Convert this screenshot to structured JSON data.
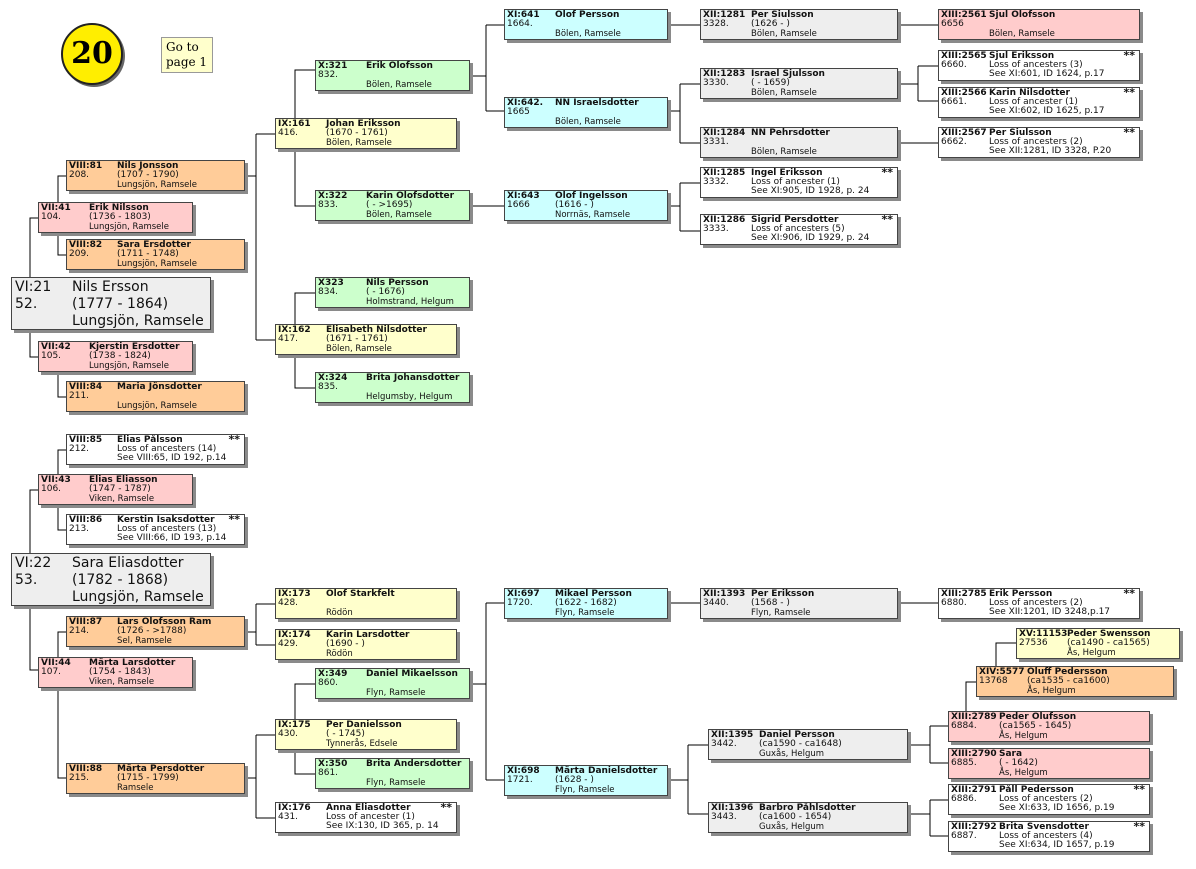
{
  "page_badge": "20",
  "nav": {
    "go_to_page": "Go to page 1"
  },
  "people": {
    "p1": {
      "code": "VI:21",
      "name": "Nils Ersson",
      "num": "52.",
      "dates": "(1777 - 1864)",
      "place": "Lungsjön, Ramsele"
    },
    "p2": {
      "code": "VII:41",
      "name": "Erik Nilsson",
      "num": "104.",
      "dates": "(1736 - 1803)",
      "place": "Lungsjön, Ramsele"
    },
    "p3": {
      "code": "VII:42",
      "name": "Kjerstin Ersdotter",
      "num": "105.",
      "dates": "(1738 - 1824)",
      "place": "Lungsjön, Ramsele"
    },
    "p4": {
      "code": "VIII:81",
      "name": "Nils Jonsson",
      "num": "208.",
      "dates": "(1707 - 1790)",
      "place": "Lungsjön, Ramsele"
    },
    "p5": {
      "code": "VIII:82",
      "name": "Sara Ersdotter",
      "num": "209.",
      "dates": "(1711 - 1748)",
      "place": "Lungsjön, Ramsele"
    },
    "p6": {
      "code": "VIII:84",
      "name": "Maria Jönsdotter",
      "num": "211.",
      "dates": "",
      "place": "Lungsjön, Ramsele"
    },
    "p7": {
      "code": "IX:161",
      "name": "Johan Eriksson",
      "num": "416.",
      "dates": "(1670 - 1761)",
      "place": "Bölen, Ramsele"
    },
    "p8": {
      "code": "IX:162",
      "name": "Elisabeth Nilsdotter",
      "num": "417.",
      "dates": "(1671 - 1761)",
      "place": "Bölen, Ramsele"
    },
    "p9": {
      "code": "X:321",
      "name": "Erik Olofsson",
      "num": "832.",
      "dates": "",
      "place": "Bölen, Ramsele"
    },
    "p10": {
      "code": "X:322",
      "name": "Karin Olofsdotter",
      "num": "833.",
      "dates": "( - >1695)",
      "place": "Bölen, Ramsele"
    },
    "p11": {
      "code": "X323",
      "name": "Nils Persson",
      "num": "834.",
      "dates": "( - 1676)",
      "place": "Holmstrand, Helgum"
    },
    "p12": {
      "code": "X:324",
      "name": "Brita Johansdotter",
      "num": "835.",
      "dates": "",
      "place": "Helgumsby, Helgum"
    },
    "p13": {
      "code": "XI:641",
      "name": "Olof Persson",
      "num": "1664.",
      "dates": "",
      "place": "Bölen, Ramsele"
    },
    "p14": {
      "code": "XI:642.",
      "name": "NN Israelsdotter",
      "num": "1665",
      "dates": "",
      "place": "Bölen, Ramsele"
    },
    "p15": {
      "code": "XI:643",
      "name": "Olof Ingelsson",
      "num": "1666",
      "dates": "(1616 - )",
      "place": "Norrnäs, Ramsele"
    },
    "p16": {
      "code": "XII:1281",
      "name": "Per Siulsson",
      "num": "3328.",
      "dates": "(1626 - )",
      "place": "Bölen, Ramsele"
    },
    "p17": {
      "code": "XII:1283",
      "name": "Israel Sjulsson",
      "num": "3330.",
      "dates": "( - 1659)",
      "place": "Bölen, Ramsele"
    },
    "p18": {
      "code": "XII:1284",
      "name": "NN Pehrsdotter",
      "num": "3331.",
      "dates": "",
      "place": "Bölen, Ramsele"
    },
    "p19": {
      "code": "XII:1285",
      "name": "Ingel Eriksson",
      "num": "3332.",
      "note1": "Loss of ancester (1)",
      "note2": "See XI:905, ID 1928, p. 24",
      "stars": "**"
    },
    "p20": {
      "code": "XII:1286",
      "name": "Sigrid Persdotter",
      "num": "3333.",
      "note1": "Loss of ancesters (5)",
      "note2": "See XI:906, ID 1929, p. 24",
      "stars": "**"
    },
    "p21": {
      "code": "XIII:2561",
      "name": "Sjul Olofsson",
      "num": "6656",
      "dates": "",
      "place": "Bölen, Ramsele"
    },
    "p22": {
      "code": "XIII:2565",
      "name": "Sjul Eriksson",
      "num": "6660.",
      "note1": "Loss of ancesters (3)",
      "note2": "See XI:601, ID 1624, p.17",
      "stars": "**"
    },
    "p23": {
      "code": "XIII:2566",
      "name": "Karin Nilsdotter",
      "num": "6661.",
      "note1": "Loss of ancester (1)",
      "note2": "See XI:602, ID 1625, p.17",
      "stars": "**"
    },
    "p24": {
      "code": "XIII:2567",
      "name": "Per Siulsson",
      "num": "6662.",
      "note1": "Loss of ancesters (2)",
      "note2": "See XII:1281, ID 3328, P.20",
      "stars": "**"
    },
    "p25": {
      "code": "VI:22",
      "name": "Sara Eliasdotter",
      "num": "53.",
      "dates": "(1782 - 1868)",
      "place": "Lungsjön, Ramsele"
    },
    "p26": {
      "code": "VII:43",
      "name": "Elias Eliasson",
      "num": "106.",
      "dates": "(1747 - 1787)",
      "place": "Viken, Ramsele"
    },
    "p27": {
      "code": "VII:44",
      "name": "Märta Larsdotter",
      "num": "107.",
      "dates": "(1754 - 1843)",
      "place": "Viken, Ramsele"
    },
    "p28": {
      "code": "VIII:85",
      "name": "Elias Pålsson",
      "num": "212.",
      "note1": "Loss of ancesters (14)",
      "note2": "See VIII:65, ID 192, p.14",
      "stars": "**"
    },
    "p29": {
      "code": "VIII:86",
      "name": "Kerstin Isaksdotter",
      "num": "213.",
      "note1": "Loss of ancesters (13)",
      "note2": "See VIII:66, ID 193, p.14",
      "stars": "**"
    },
    "p30": {
      "code": "VIII:87",
      "name": "Lars Olofsson Ram",
      "num": "214.",
      "dates": "(1726 - >1788)",
      "place": "Sel, Ramsele"
    },
    "p31": {
      "code": "VIII:88",
      "name": "Märta Persdotter",
      "num": "215.",
      "dates": "(1715 - 1799)",
      "place": "Ramsele"
    },
    "p32": {
      "code": "IX:173",
      "name": "Olof Starkfelt",
      "num": "428.",
      "dates": "",
      "place": "Rödön"
    },
    "p33": {
      "code": "IX:174",
      "name": "Karin Larsdotter",
      "num": "429.",
      "dates": "(1690 - )",
      "place": "Rödön"
    },
    "p34": {
      "code": "IX:175",
      "name": "Per Danielsson",
      "num": "430.",
      "dates": "( - 1745)",
      "place": "Tynnerås, Edsele"
    },
    "p35": {
      "code": "IX:176",
      "name": "Anna Eliasdotter",
      "num": "431.",
      "note1": "Loss of ancester (1)",
      "note2": "See IX:130, ID 365, p. 14",
      "stars": "**"
    },
    "p36": {
      "code": "X:349",
      "name": "Daniel Mikaelsson",
      "num": "860.",
      "dates": "",
      "place": "Flyn, Ramsele"
    },
    "p37": {
      "code": "X:350",
      "name": "Brita Andersdotter",
      "num": "861.",
      "dates": "",
      "place": "Flyn, Ramsele"
    },
    "p38": {
      "code": "XI:697",
      "name": "Mikael Persson",
      "num": "1720.",
      "dates": "(1622 - 1682)",
      "place": "Flyn, Ramsele"
    },
    "p39": {
      "code": "XI:698",
      "name": "Märta Danielsdotter",
      "num": "1721.",
      "dates": "(1628 - )",
      "place": "Flyn, Ramsele"
    },
    "p40": {
      "code": "XII:1393",
      "name": "Per Eriksson",
      "num": "3440.",
      "dates": "(1568 - )",
      "place": "Flyn, Ramsele"
    },
    "p41": {
      "code": "XII:1395",
      "name": "Daniel Persson",
      "num": "3442.",
      "dates": "(ca1590 - ca1648)",
      "place": "Guxås, Helgum"
    },
    "p42": {
      "code": "XII:1396",
      "name": "Barbro Påhlsdotter",
      "num": "3443.",
      "dates": "(ca1600 - 1654)",
      "place": "Guxås, Helgum"
    },
    "p43": {
      "code": "XIII:2785",
      "name": "Erik Persson",
      "num": "6880.",
      "note1": "Loss of ancesters (2)",
      "note2": "See XII:1201, ID 3248,p.17",
      "stars": "**"
    },
    "p44": {
      "code": "XIII:2789",
      "name": "Peder Olufsson",
      "num": "6884.",
      "dates": "(ca1565 - 1645)",
      "place": "Ås, Helgum"
    },
    "p45": {
      "code": "XIII:2790",
      "name": "Sara",
      "num": "6885.",
      "dates": "( - 1642)",
      "place": "Ås, Helgum"
    },
    "p46": {
      "code": "XIII:2791",
      "name": "Påll Pedersson",
      "num": "6886.",
      "note1": "Loss of ancesters (2)",
      "note2": "See XI:633, ID 1656, p.19",
      "stars": "**"
    },
    "p47": {
      "code": "XIII:2792",
      "name": "Brita Svensdotter",
      "num": "6887.",
      "note1": "Loss of ancesters (4)",
      "note2": "See XI:634, ID 1657, p.19",
      "stars": "**"
    },
    "p48": {
      "code": "XIV:5577",
      "name": "Oluff Pedersson",
      "num": "13768",
      "dates": "(ca1535 - ca1600)",
      "place": "Ås, Helgum"
    },
    "p49": {
      "code": "XV:11153",
      "name": "Peder Swensson",
      "num": "27536",
      "dates": "(ca1490 - ca1565)",
      "place": "Ås, Helgum"
    }
  }
}
